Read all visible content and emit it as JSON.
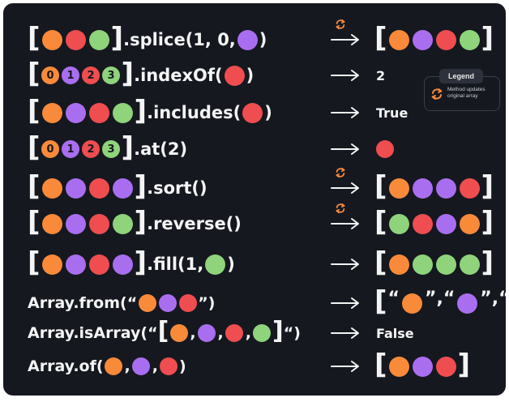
{
  "colors": {
    "orange": "#f98a3a",
    "purple": "#a96ef0",
    "red": "#ef4d50",
    "green": "#8fd37b",
    "background": "#15181f",
    "text": "#f4f4f4"
  },
  "icons": {
    "arrow": "long-right-arrow-icon",
    "mutates": "orange-sync-icon"
  },
  "legend": {
    "title": "Legend",
    "text": "Method updates original array"
  },
  "rows": [
    {
      "id": "splice",
      "expression": [
        {
          "t": "br",
          "v": "["
        },
        {
          "t": "dot",
          "c": "orange"
        },
        {
          "t": "dot",
          "c": "red"
        },
        {
          "t": "dot",
          "c": "green"
        },
        {
          "t": "br",
          "v": "]"
        },
        {
          "t": "text",
          "v": ".splice(1, 0,"
        },
        {
          "t": "dot",
          "c": "purple"
        },
        {
          "t": "text",
          "v": ")"
        }
      ],
      "mutates": true,
      "result": [
        {
          "t": "br",
          "v": "["
        },
        {
          "t": "dot",
          "c": "orange"
        },
        {
          "t": "dot",
          "c": "purple"
        },
        {
          "t": "dot",
          "c": "red"
        },
        {
          "t": "dot",
          "c": "green"
        },
        {
          "t": "br",
          "v": "]"
        }
      ]
    },
    {
      "id": "indexOf",
      "expression": [
        {
          "t": "br",
          "v": "["
        },
        {
          "t": "num",
          "c": "orange",
          "v": "0"
        },
        {
          "t": "num",
          "c": "purple",
          "v": "1"
        },
        {
          "t": "num",
          "c": "red",
          "v": "2"
        },
        {
          "t": "num",
          "c": "green",
          "v": "3"
        },
        {
          "t": "br",
          "v": "]"
        },
        {
          "t": "text",
          "v": ".indexOf("
        },
        {
          "t": "dot",
          "c": "red"
        },
        {
          "t": "text",
          "v": ")"
        }
      ],
      "mutates": false,
      "result": [
        {
          "t": "rtext",
          "v": "2"
        }
      ]
    },
    {
      "id": "includes",
      "expression": [
        {
          "t": "br",
          "v": "["
        },
        {
          "t": "dot",
          "c": "orange"
        },
        {
          "t": "dot",
          "c": "purple"
        },
        {
          "t": "dot",
          "c": "red"
        },
        {
          "t": "dot",
          "c": "green"
        },
        {
          "t": "br",
          "v": "]"
        },
        {
          "t": "text",
          "v": ".includes("
        },
        {
          "t": "dot",
          "c": "red"
        },
        {
          "t": "text",
          "v": ")"
        }
      ],
      "mutates": false,
      "result": [
        {
          "t": "rtext",
          "v": "True"
        }
      ]
    },
    {
      "id": "at",
      "expression": [
        {
          "t": "br",
          "v": "["
        },
        {
          "t": "num",
          "c": "orange",
          "v": "0"
        },
        {
          "t": "num",
          "c": "purple",
          "v": "1"
        },
        {
          "t": "num",
          "c": "red",
          "v": "2"
        },
        {
          "t": "num",
          "c": "green",
          "v": "3"
        },
        {
          "t": "br",
          "v": "]"
        },
        {
          "t": "text",
          "v": ".at(2)"
        }
      ],
      "mutates": false,
      "result": [
        {
          "t": "dot",
          "c": "red"
        }
      ]
    },
    {
      "id": "sort",
      "expression": [
        {
          "t": "br",
          "v": "["
        },
        {
          "t": "dot",
          "c": "orange"
        },
        {
          "t": "dot",
          "c": "purple"
        },
        {
          "t": "dot",
          "c": "red"
        },
        {
          "t": "dot",
          "c": "purple"
        },
        {
          "t": "br",
          "v": "]"
        },
        {
          "t": "text",
          "v": ".sort()"
        }
      ],
      "mutates": true,
      "result": [
        {
          "t": "br",
          "v": "["
        },
        {
          "t": "dot",
          "c": "orange"
        },
        {
          "t": "dot",
          "c": "purple"
        },
        {
          "t": "dot",
          "c": "purple"
        },
        {
          "t": "dot",
          "c": "red"
        },
        {
          "t": "br",
          "v": "]"
        }
      ]
    },
    {
      "id": "reverse",
      "expression": [
        {
          "t": "br",
          "v": "["
        },
        {
          "t": "dot",
          "c": "orange"
        },
        {
          "t": "dot",
          "c": "purple"
        },
        {
          "t": "dot",
          "c": "red"
        },
        {
          "t": "dot",
          "c": "green"
        },
        {
          "t": "br",
          "v": "]"
        },
        {
          "t": "text",
          "v": ".reverse()"
        }
      ],
      "mutates": true,
      "result": [
        {
          "t": "br",
          "v": "["
        },
        {
          "t": "dot",
          "c": "green"
        },
        {
          "t": "dot",
          "c": "red"
        },
        {
          "t": "dot",
          "c": "purple"
        },
        {
          "t": "dot",
          "c": "orange"
        },
        {
          "t": "br",
          "v": "]"
        }
      ]
    },
    {
      "id": "fill",
      "expression": [
        {
          "t": "br",
          "v": "["
        },
        {
          "t": "dot",
          "c": "orange"
        },
        {
          "t": "dot",
          "c": "purple"
        },
        {
          "t": "dot",
          "c": "red"
        },
        {
          "t": "dot",
          "c": "purple"
        },
        {
          "t": "br",
          "v": "]"
        },
        {
          "t": "text",
          "v": ".fill(1,"
        },
        {
          "t": "dot",
          "c": "green"
        },
        {
          "t": "text",
          "v": ")"
        }
      ],
      "mutates": false,
      "result": [
        {
          "t": "br",
          "v": "["
        },
        {
          "t": "dot",
          "c": "orange"
        },
        {
          "t": "dot",
          "c": "green"
        },
        {
          "t": "dot",
          "c": "green"
        },
        {
          "t": "dot",
          "c": "green"
        },
        {
          "t": "br",
          "v": "]"
        }
      ]
    },
    {
      "id": "from",
      "expression": [
        {
          "t": "text",
          "v": "Array.from(“"
        },
        {
          "t": "dot",
          "c": "orange"
        },
        {
          "t": "dot",
          "c": "purple"
        },
        {
          "t": "dot",
          "c": "red"
        },
        {
          "t": "text",
          "v": "”)"
        }
      ],
      "mutates": false,
      "result": [
        {
          "t": "br",
          "v": "["
        },
        {
          "t": "q",
          "v": "“"
        },
        {
          "t": "dot",
          "c": "orange"
        },
        {
          "t": "q",
          "v": "”,“"
        },
        {
          "t": "dot",
          "c": "purple"
        },
        {
          "t": "q",
          "v": "”,“"
        },
        {
          "t": "dot",
          "c": "red"
        },
        {
          "t": "q",
          "v": "”"
        },
        {
          "t": "br",
          "v": "]"
        }
      ]
    },
    {
      "id": "isArray",
      "expression": [
        {
          "t": "text",
          "v": "Array.isArray(“"
        },
        {
          "t": "br",
          "v": "["
        },
        {
          "t": "dot",
          "c": "orange"
        },
        {
          "t": "sep",
          "v": ","
        },
        {
          "t": "dot",
          "c": "purple"
        },
        {
          "t": "sep",
          "v": ","
        },
        {
          "t": "dot",
          "c": "red"
        },
        {
          "t": "sep",
          "v": ","
        },
        {
          "t": "dot",
          "c": "green"
        },
        {
          "t": "br",
          "v": "]"
        },
        {
          "t": "text",
          "v": "“)"
        }
      ],
      "mutates": false,
      "result": [
        {
          "t": "rtext",
          "v": "False"
        }
      ]
    },
    {
      "id": "of",
      "expression": [
        {
          "t": "text",
          "v": "Array.of("
        },
        {
          "t": "dot",
          "c": "orange"
        },
        {
          "t": "sep",
          "v": ","
        },
        {
          "t": "dot",
          "c": "purple"
        },
        {
          "t": "sep",
          "v": ","
        },
        {
          "t": "dot",
          "c": "red"
        },
        {
          "t": "text",
          "v": ")"
        }
      ],
      "mutates": false,
      "result": [
        {
          "t": "br",
          "v": "["
        },
        {
          "t": "dot",
          "c": "orange"
        },
        {
          "t": "dot",
          "c": "purple"
        },
        {
          "t": "dot",
          "c": "red"
        },
        {
          "t": "br",
          "v": "]"
        }
      ]
    }
  ]
}
